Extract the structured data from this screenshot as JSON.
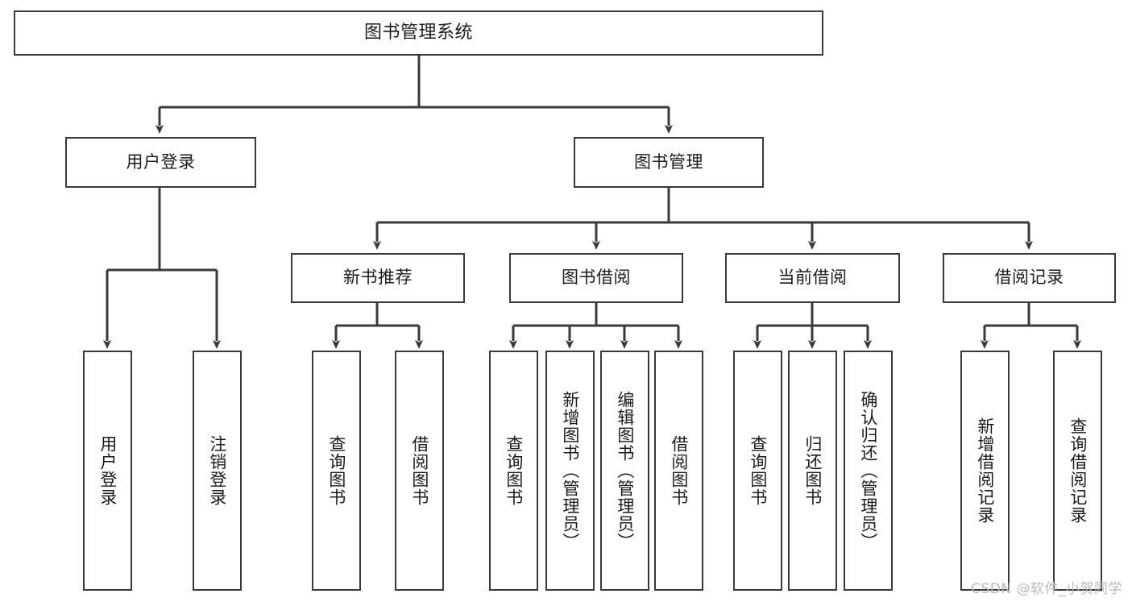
{
  "diagram": {
    "type": "tree-hierarchy",
    "title": "图书管理系统",
    "orientation": "top-down",
    "levels": 4,
    "root": {
      "id": "root",
      "label": "图书管理系统",
      "text_direction": "horizontal"
    },
    "level2": [
      {
        "id": "user-login",
        "label": "用户登录",
        "text_direction": "horizontal"
      },
      {
        "id": "book-management",
        "label": "图书管理",
        "text_direction": "horizontal"
      }
    ],
    "level3": [
      {
        "id": "new-book-recommend",
        "label": "新书推荐",
        "parent": "book-management",
        "text_direction": "horizontal"
      },
      {
        "id": "book-borrow",
        "label": "图书借阅",
        "parent": "book-management",
        "text_direction": "horizontal"
      },
      {
        "id": "current-borrow",
        "label": "当前借阅",
        "parent": "book-management",
        "text_direction": "horizontal"
      },
      {
        "id": "borrow-record",
        "label": "借阅记录",
        "parent": "book-management",
        "text_direction": "horizontal"
      }
    ],
    "leaves": [
      {
        "id": "leaf-user-login",
        "label": "用户登录",
        "parent": "user-login",
        "text_direction": "vertical"
      },
      {
        "id": "leaf-logout",
        "label": "注销登录",
        "parent": "user-login",
        "text_direction": "vertical"
      },
      {
        "id": "leaf-query-book-1",
        "label": "查询图书",
        "parent": "new-book-recommend",
        "text_direction": "vertical"
      },
      {
        "id": "leaf-borrow-book-1",
        "label": "借阅图书",
        "parent": "new-book-recommend",
        "text_direction": "vertical"
      },
      {
        "id": "leaf-query-book-2",
        "label": "查询图书",
        "parent": "book-borrow",
        "text_direction": "vertical"
      },
      {
        "id": "leaf-add-book-admin",
        "label": "新增图书（管理员）",
        "parent": "book-borrow",
        "text_direction": "vertical"
      },
      {
        "id": "leaf-edit-book-admin",
        "label": "编辑图书（管理员）",
        "parent": "book-borrow",
        "text_direction": "vertical"
      },
      {
        "id": "leaf-borrow-book-2",
        "label": "借阅图书",
        "parent": "book-borrow",
        "text_direction": "vertical"
      },
      {
        "id": "leaf-query-book-3",
        "label": "查询图书",
        "parent": "current-borrow",
        "text_direction": "vertical"
      },
      {
        "id": "leaf-return-book",
        "label": "归还图书",
        "parent": "current-borrow",
        "text_direction": "vertical"
      },
      {
        "id": "leaf-confirm-return-admin",
        "label": "确认归还（管理员）",
        "parent": "current-borrow",
        "text_direction": "vertical"
      },
      {
        "id": "leaf-add-borrow-record",
        "label": "新增借阅记录",
        "parent": "borrow-record",
        "text_direction": "vertical"
      },
      {
        "id": "leaf-query-borrow-record",
        "label": "查询借阅记录",
        "parent": "borrow-record",
        "text_direction": "vertical"
      }
    ]
  },
  "watermark": {
    "text": "CSDN @软件_小贺同学"
  },
  "colors": {
    "stroke": "#3a3a3a",
    "box_fill": "#ffffff",
    "text": "#1b1b1b",
    "background": "#ffffff",
    "watermark": "#b9b9b9"
  }
}
